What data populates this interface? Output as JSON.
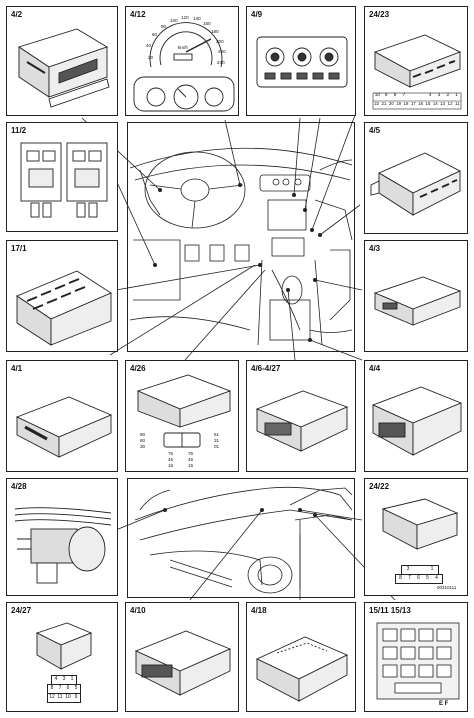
{
  "panels": {
    "p1": {
      "label": "4/2"
    },
    "p2": {
      "label": "4/12"
    },
    "p3": {
      "label": "4/9"
    },
    "p4": {
      "label": "24/23"
    },
    "p5": {
      "label": "11/2"
    },
    "p6": {
      "label": "4/5"
    },
    "p7": {
      "label": "17/1"
    },
    "p8": {
      "label": "4/3"
    },
    "p9": {
      "label": "4/1"
    },
    "p10": {
      "label": "4/26"
    },
    "p11": {
      "label": "4/6-4/27"
    },
    "p12": {
      "label": "4/4"
    },
    "p13": {
      "label": "4/28"
    },
    "p14": {
      "label": "24/22"
    },
    "p15": {
      "label": "24/27"
    },
    "p16": {
      "label": "4/10"
    },
    "p17": {
      "label": "4/18"
    },
    "p18": {
      "label": "15/11 15/13"
    }
  },
  "speedometer": {
    "ticks": [
      "20",
      "40",
      "60",
      "80",
      "100",
      "120",
      "140",
      "160",
      "180",
      "200",
      "220",
      "240"
    ],
    "unit": "km/h"
  },
  "pinout_24_23": {
    "row1": [
      "10",
      "9",
      "8",
      "7",
      "",
      "",
      "4",
      "3",
      "2",
      "1"
    ],
    "row2": [
      "22",
      "21",
      "20",
      "19",
      "18",
      "17",
      "16",
      "15",
      "14",
      "13",
      "12",
      "11"
    ]
  },
  "pinout_4_26": {
    "left": [
      "90",
      "60",
      "30"
    ],
    "right": [
      "61",
      "31",
      "01"
    ],
    "bottom_left": [
      "75",
      "45",
      "16"
    ],
    "bottom_right": [
      "76",
      "46",
      "15"
    ]
  },
  "pinout_24_22": {
    "row1": [
      "3",
      "",
      "1"
    ],
    "row2": [
      "8",
      "7",
      "6",
      "5",
      "4"
    ]
  },
  "pinout_24_27": {
    "row1": [
      "4",
      "3",
      "1"
    ],
    "row2": [
      "8",
      "7",
      "6",
      "5"
    ],
    "row3": [
      "12",
      "11",
      "10",
      "9"
    ]
  },
  "pinout_15_11": {
    "label": "E F"
  },
  "image_ref": "00310111"
}
